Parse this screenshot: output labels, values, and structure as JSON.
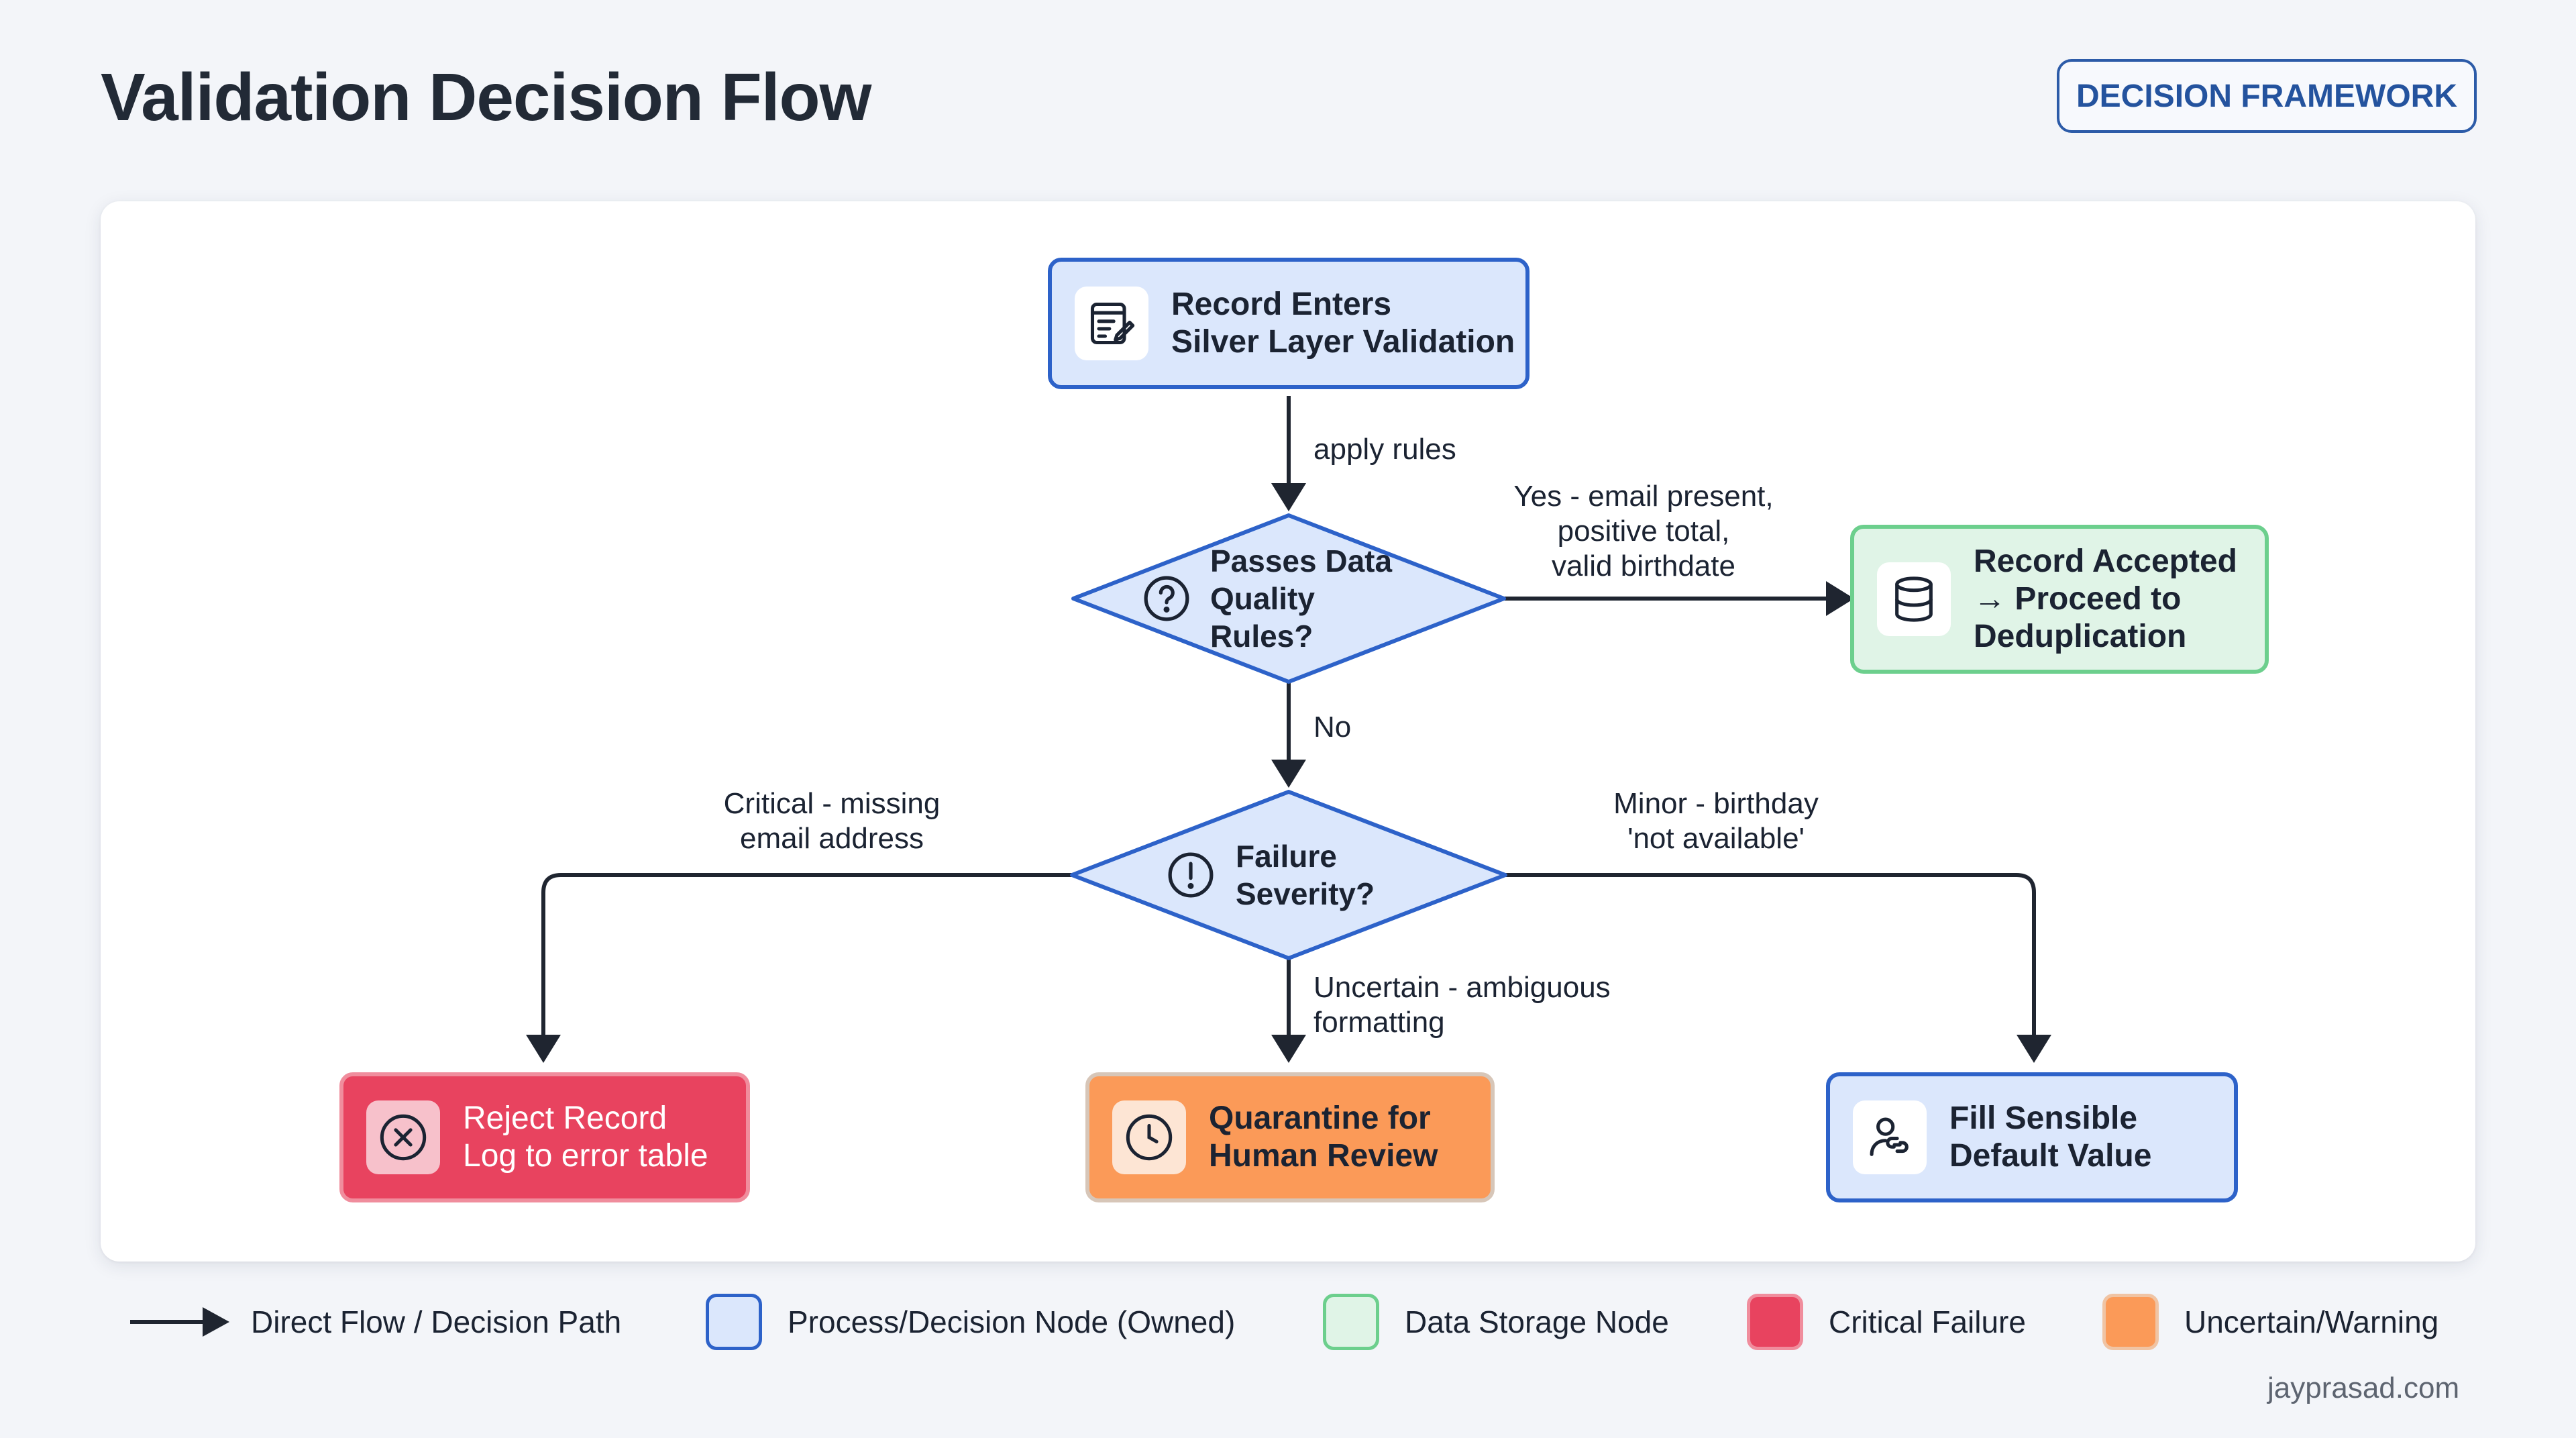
{
  "header": {
    "title": "Validation Decision Flow",
    "badge": "DECISION FRAMEWORK"
  },
  "nodes": {
    "start": {
      "line1": "Record Enters",
      "line2": "Silver Layer Validation",
      "icon": "form-edit-icon"
    },
    "quality_check": {
      "line1": "Passes Data",
      "line2": "Quality Rules?",
      "icon": "question-icon"
    },
    "accepted": {
      "line1": "Record Accepted",
      "line2": "→ Proceed to",
      "line3": "Deduplication",
      "icon": "database-icon"
    },
    "severity": {
      "line1": "Failure",
      "line2": "Severity?",
      "icon": "exclamation-icon"
    },
    "reject": {
      "line1": "Reject Record",
      "line2": "Log to error table",
      "icon": "x-circle-icon"
    },
    "quarantine": {
      "line1": "Quarantine for",
      "line2": "Human Review",
      "icon": "clock-icon"
    },
    "fill_default": {
      "line1": "Fill Sensible",
      "line2": "Default Value",
      "icon": "user-link-icon"
    }
  },
  "edges": {
    "apply_rules": "apply rules",
    "yes": {
      "line1": "Yes - email present,",
      "line2": "positive total,",
      "line3": "valid birthdate"
    },
    "no": "No",
    "critical": {
      "line1": "Critical - missing",
      "line2": "email address"
    },
    "minor": {
      "line1": "Minor - birthday",
      "line2": "'not available'"
    },
    "uncertain": {
      "line1": "Uncertain - ambiguous",
      "line2": "formatting"
    }
  },
  "legend": {
    "flow": "Direct Flow / Decision Path",
    "process": "Process/Decision Node (Owned)",
    "storage": "Data Storage Node",
    "critical": "Critical Failure",
    "warning": "Uncertain/Warning"
  },
  "colors": {
    "process_fill": "#dbe7fc",
    "process_border": "#2d62c9",
    "storage_fill": "#e0f4e7",
    "storage_border": "#6ccf8d",
    "critical_fill": "#e8435f",
    "warning_fill": "#fb9a58",
    "arrow": "#1f2530"
  },
  "footer": {
    "credit": "jayprasad.com"
  }
}
